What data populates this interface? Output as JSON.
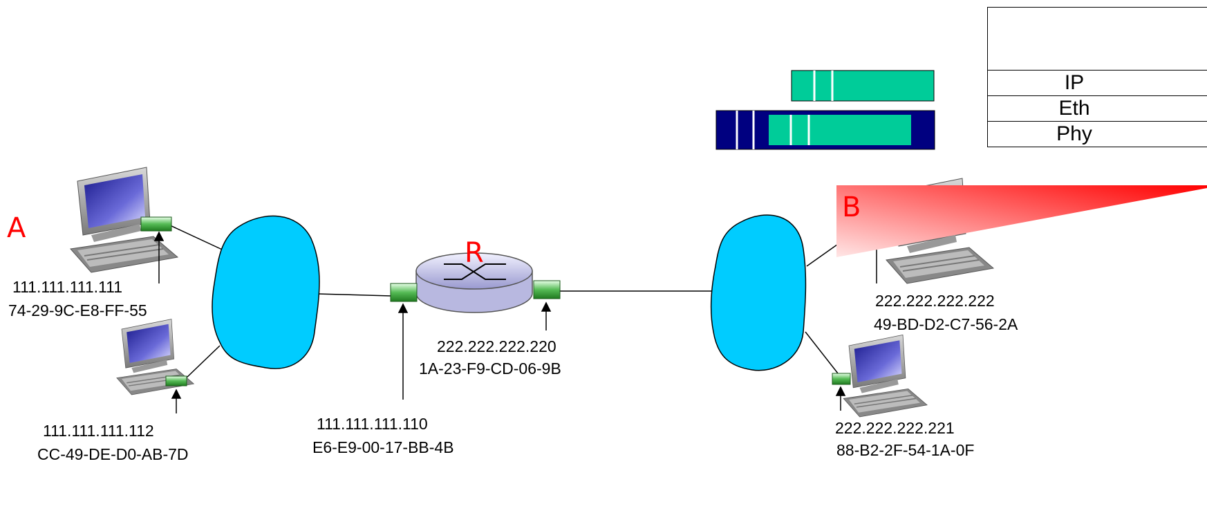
{
  "nodes": {
    "A": {
      "label": "A",
      "ip": "111.111.111.111",
      "mac": "74-29-9C-E8-FF-55"
    },
    "A2": {
      "ip": "111.111.111.112",
      "mac": "CC-49-DE-D0-AB-7D"
    },
    "R": {
      "label": "R"
    },
    "R_left": {
      "ip": "111.111.111.110",
      "mac": "E6-E9-00-17-BB-4B"
    },
    "R_right": {
      "ip": "222.222.222.220",
      "mac": "1A-23-F9-CD-06-9B"
    },
    "B": {
      "label": "B",
      "ip": "222.222.222.222",
      "mac": "49-BD-D2-C7-56-2A"
    },
    "B2": {
      "ip": "222.222.222.221",
      "mac": "88-B2-2F-54-1A-0F"
    }
  },
  "protocol_stack": {
    "layers": [
      "IP",
      "Eth",
      "Phy"
    ]
  },
  "colors": {
    "cloud": "#00ccff",
    "frame": "#000080",
    "datagram": "#00cc99",
    "nic": "#33aa33",
    "accent": "#ff0000"
  }
}
